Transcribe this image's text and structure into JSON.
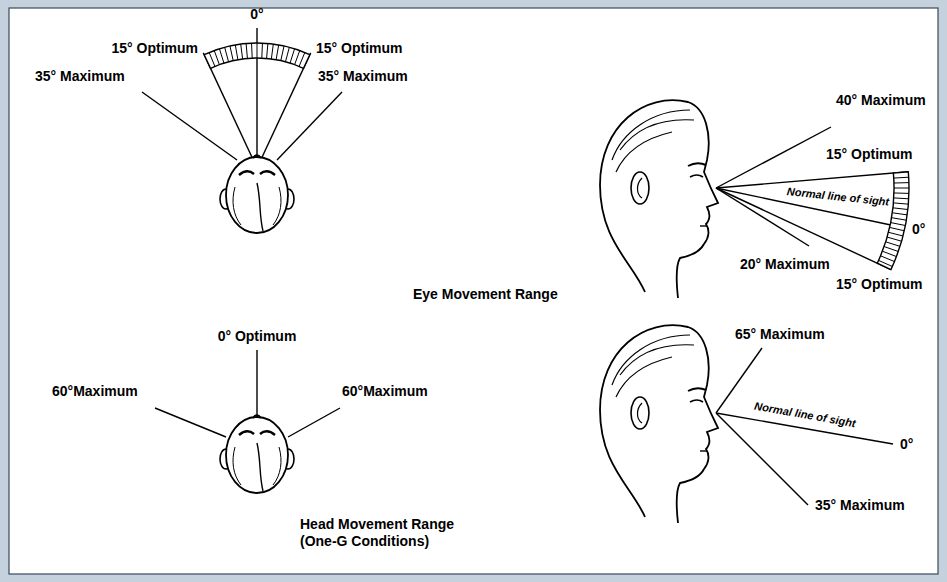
{
  "diagram": {
    "labels": [
      "0°",
      "15° Optimum",
      "15° Optimum",
      "35° Maximum",
      "35° Maximum",
      "40° Maximum",
      "15° Optimum",
      "Normal line of sight",
      "0°",
      "20° Maximum",
      "15° Optimum",
      "Eye Movement Range",
      "0° Optimum",
      "60°Maximum",
      "60°Maximum",
      "65° Maximum",
      "Normal line of sight",
      "0°",
      "Head Movement Range (One-G Conditions)",
      "35° Maximum"
    ]
  }
}
